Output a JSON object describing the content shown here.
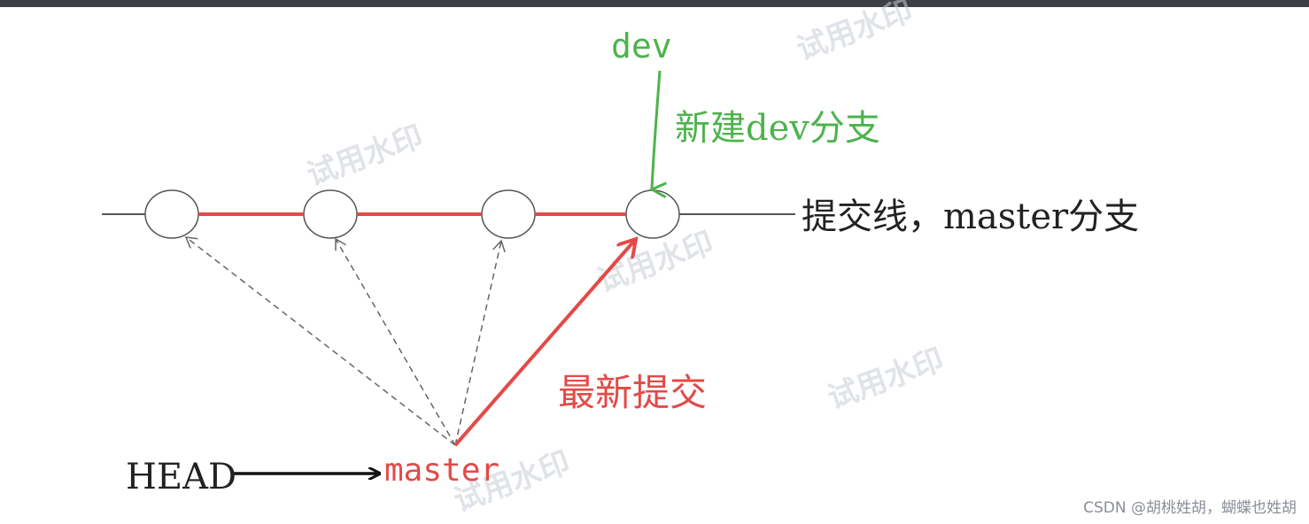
{
  "labels": {
    "dev": "dev",
    "new_dev_branch": "新建dev分支",
    "commit_line": "提交线，master分支",
    "latest_commit": "最新提交",
    "head": "HEAD",
    "master": "master"
  },
  "watermark": {
    "text": "试用水印"
  },
  "credit": "CSDN @胡桃姓胡，蝴蝶也姓胡",
  "colors": {
    "green": "#4db34d",
    "red": "#e34a47",
    "black": "#222222",
    "gray_line": "#555555",
    "watermark": "#c8cdd4"
  }
}
